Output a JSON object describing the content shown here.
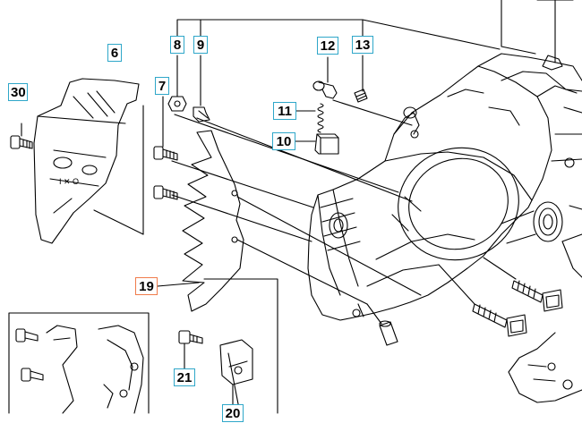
{
  "callouts": {
    "c30": "30",
    "c6": "6",
    "c7": "7",
    "c8": "8",
    "c9": "9",
    "c12": "12",
    "c13": "13",
    "c11": "11",
    "c10": "10",
    "c19": "19",
    "c21": "21",
    "c20": "20"
  },
  "colors": {
    "callout_border": "#2fa7c9",
    "callout_highlight_border": "#f07c4c",
    "line": "#000000"
  }
}
